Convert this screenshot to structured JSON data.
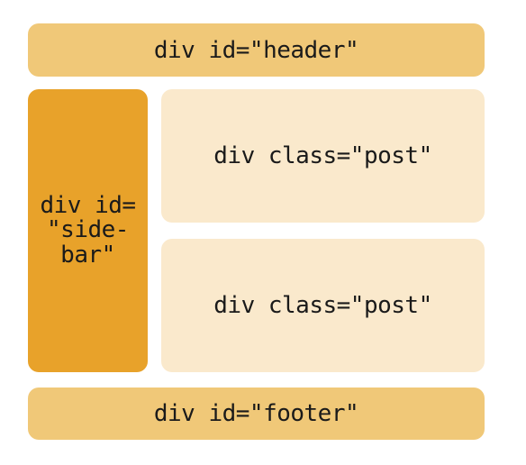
{
  "colors": {
    "header_bg": "#f0c878",
    "sidebar_bg": "#e8a22a",
    "post_bg": "#fae9cc",
    "footer_bg": "#f0c878",
    "text": "#1a1a1a"
  },
  "header": {
    "label": "div id=\"header\""
  },
  "sidebar": {
    "lines": [
      "div id=",
      "\"side-",
      "bar\""
    ]
  },
  "posts": [
    {
      "label": "div class=\"post\""
    },
    {
      "label": "div class=\"post\""
    }
  ],
  "footer": {
    "label": "div id=\"footer\""
  }
}
